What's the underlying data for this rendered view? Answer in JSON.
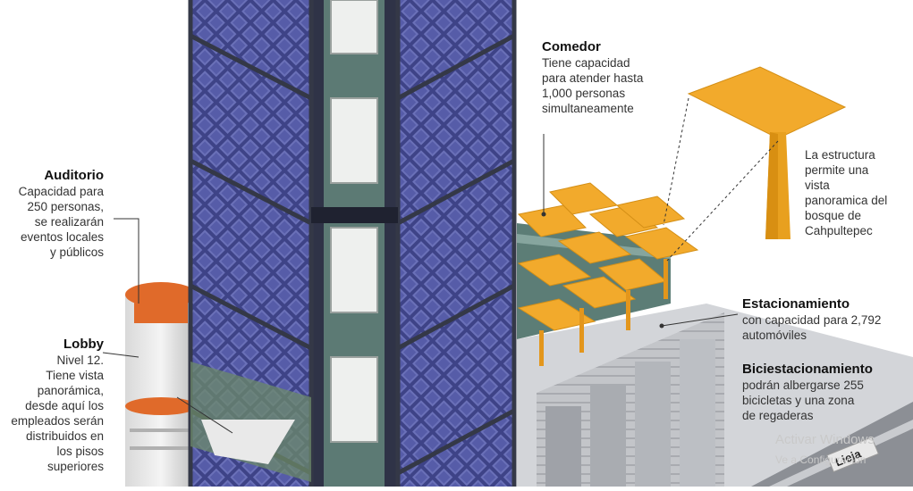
{
  "labels": {
    "auditorio": {
      "title": "Auditorio",
      "lines": [
        "Capacidad para",
        "250 personas,",
        "se realizarán",
        "eventos locales",
        "y públicos"
      ]
    },
    "lobby": {
      "title": "Lobby",
      "lines": [
        "Nivel 12.",
        "Tiene vista",
        "panorámica,",
        "desde aquí los",
        "empleados serán",
        "distribuidos en",
        "los pisos",
        "superiores"
      ]
    },
    "comedor": {
      "title": "Comedor",
      "lines": [
        "Tiene capacidad",
        "para atender hasta",
        "1,000 personas",
        "simultaneamente"
      ]
    },
    "estructura": {
      "lines": [
        "La estructura",
        "permite una",
        "vista",
        "panoramica del",
        "bosque de",
        "Cahpultepec"
      ]
    },
    "estacionamiento": {
      "title": "Estacionamiento",
      "lines": [
        "con capacidad para 2,792",
        "automóviles"
      ]
    },
    "biciestacionamiento": {
      "title": "Biciestacionamiento",
      "lines": [
        "podrán albergarse 255",
        "bicicletas y una zona",
        "de regaderas"
      ]
    }
  },
  "street_sign": "Lieja",
  "watermark": {
    "line1": "Activar Windows",
    "line2": "Ve a Configuración"
  },
  "colors": {
    "facade": "#4a4f93",
    "frame": "#3a3d4e",
    "canopy": "#f2aa2c",
    "concrete": "#c7c9cd",
    "orange": "#e06a2a"
  }
}
